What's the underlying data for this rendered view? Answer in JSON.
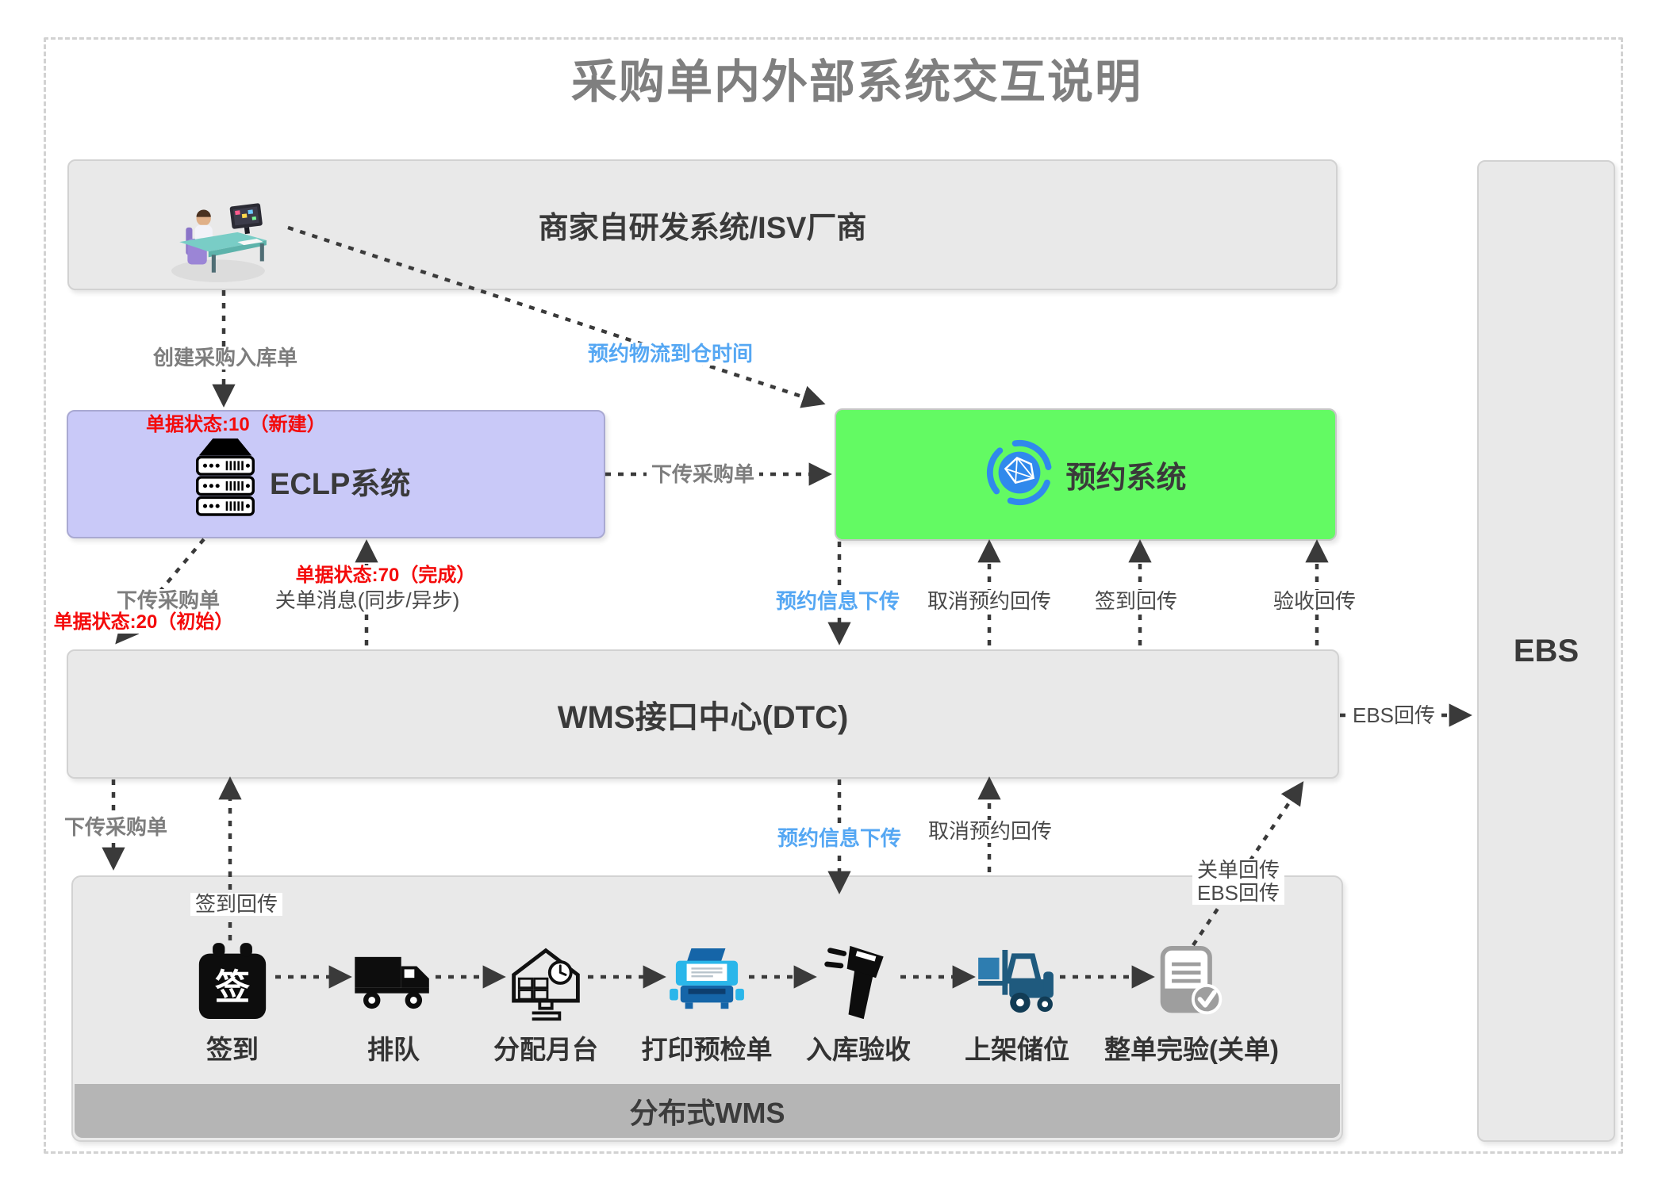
{
  "title": "采购单内外部系统交互说明",
  "boxes": {
    "merchant": {
      "label": "商家自研发系统/ISV厂商"
    },
    "eclp": {
      "label": "ECLP系统",
      "status_badge": "单据状态:10（新建）"
    },
    "booking": {
      "label": "预约系统"
    },
    "wms": {
      "label": "WMS接口中心(DTC)"
    },
    "dist_wms": {
      "label": "分布式WMS"
    },
    "ebs": {
      "label": "EBS"
    }
  },
  "flow_labels": {
    "create_po": "创建采购入库单",
    "book_time": "预约物流到仓时间",
    "send_po_booking": "下传采购单",
    "send_po_wms": "下传采购单",
    "status_20": "单据状态:20（初始）",
    "status_70": "单据状态:70（完成）",
    "close_msg": "关单消息(同步/异步)",
    "booking_info_1": "预约信息下传",
    "cancel_booking_1": "取消预约回传",
    "checkin_back_1": "签到回传",
    "receive_back": "验收回传",
    "ebs_back": "EBS回传",
    "send_po_dist": "下传采购单",
    "checkin_back_2": "签到回传",
    "booking_info_2": "预约信息下传",
    "cancel_booking_2": "取消预约回传",
    "close_back_line1": "关单回传",
    "close_back_line2": "EBS回传"
  },
  "workflow": {
    "checkin_glyph": "签",
    "steps": [
      {
        "icon": "checkin-calendar-icon",
        "label": "签到"
      },
      {
        "icon": "queue-truck-icon",
        "label": "排队"
      },
      {
        "icon": "dock-warehouse-icon",
        "label": "分配月台"
      },
      {
        "icon": "print-precheck-icon",
        "label": "打印预检单"
      },
      {
        "icon": "inbound-scan-icon",
        "label": "入库验收"
      },
      {
        "icon": "shelf-forklift-icon",
        "label": "上架储位"
      },
      {
        "icon": "full-check-doc-icon",
        "label": "整单完验(关单)"
      }
    ]
  },
  "colors": {
    "accent_red": "#f40b0b",
    "accent_blue": "#55a7f3",
    "green_box": "#63fa63",
    "purple_box": "#c9c9f8",
    "gray_box": "#e9e9e9",
    "dist_bar": "#b5b5b5",
    "icon_blue": "#3089ec",
    "arrow": "#3a3a3a"
  }
}
